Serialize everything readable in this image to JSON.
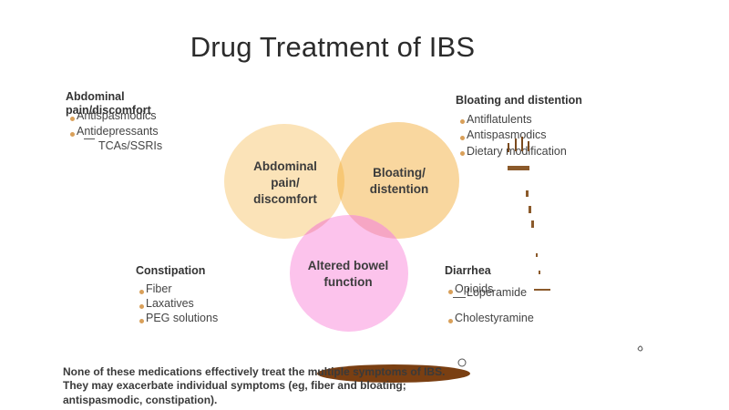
{
  "title": "Drug Treatment of IBS",
  "venn": {
    "top_left": "Abdominal pain/ discomfort",
    "top_right": "Bloating/ distention",
    "bottom": "Altered bowel function",
    "colors": {
      "top_left": "#fbe3b8",
      "top_right": "#f8d499",
      "bottom": "#fbc2ea",
      "overlap": "#f5a3b8"
    }
  },
  "groups": {
    "abdominal": {
      "heading": "Abdominal pain/discomfort",
      "items": [
        "Antispasmodics",
        "Antidepressants"
      ],
      "sub": "TCAs/SSRIs"
    },
    "bloating": {
      "heading": "Bloating and distention",
      "items": [
        "Antiflatulents",
        "Antispasmodics",
        "Dietary modification"
      ]
    },
    "constipation": {
      "heading": "Constipation",
      "items": [
        "Fiber",
        "Laxatives",
        "PEG solutions"
      ]
    },
    "diarrhea": {
      "heading": "Diarrhea",
      "items": [
        "Opioids",
        "Loperamide",
        "Cholestyramine"
      ]
    }
  },
  "footnote": {
    "line1": "None of these medications effectively treat the multiple symptoms of IBS.",
    "line2": "They may exacerbate individual symptoms (eg, fiber and bloating;",
    "line3": "antispasmodic, constipation)."
  }
}
